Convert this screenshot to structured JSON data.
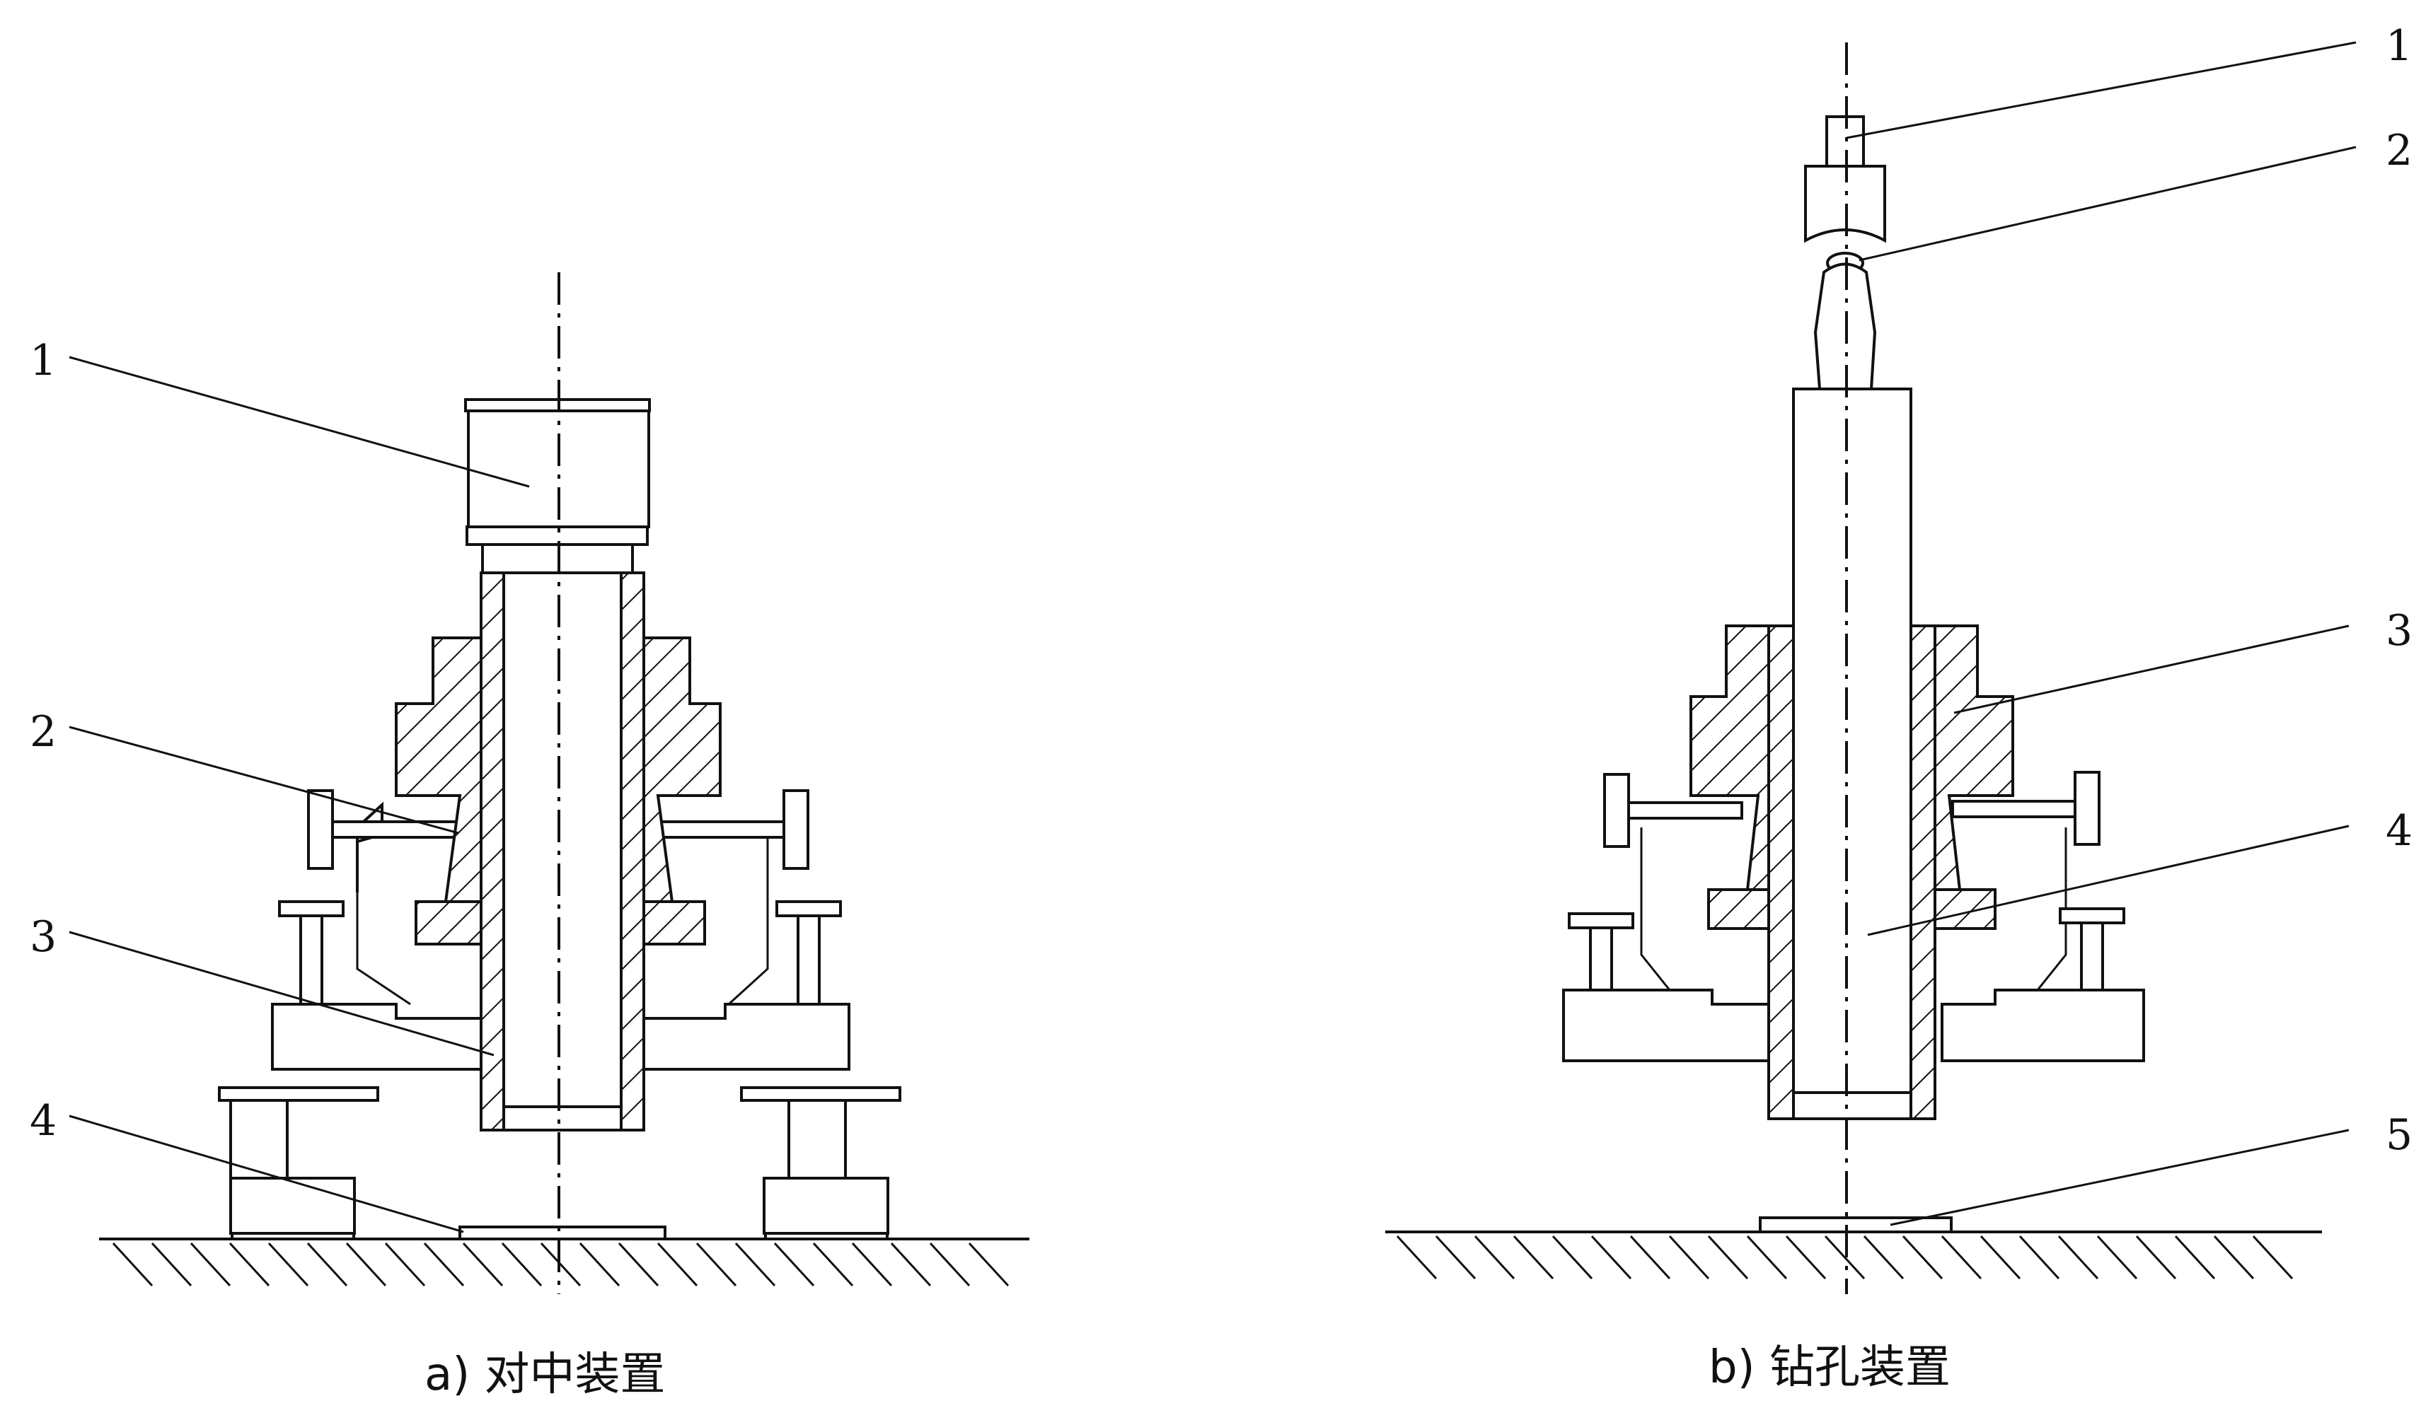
{
  "figure_a": {
    "caption": "a) 对中装置",
    "labels": [
      "1",
      "2",
      "3",
      "4"
    ]
  },
  "figure_b": {
    "caption": "b) 钻孔装置",
    "labels": [
      "1",
      "2",
      "3",
      "4",
      "5"
    ]
  }
}
